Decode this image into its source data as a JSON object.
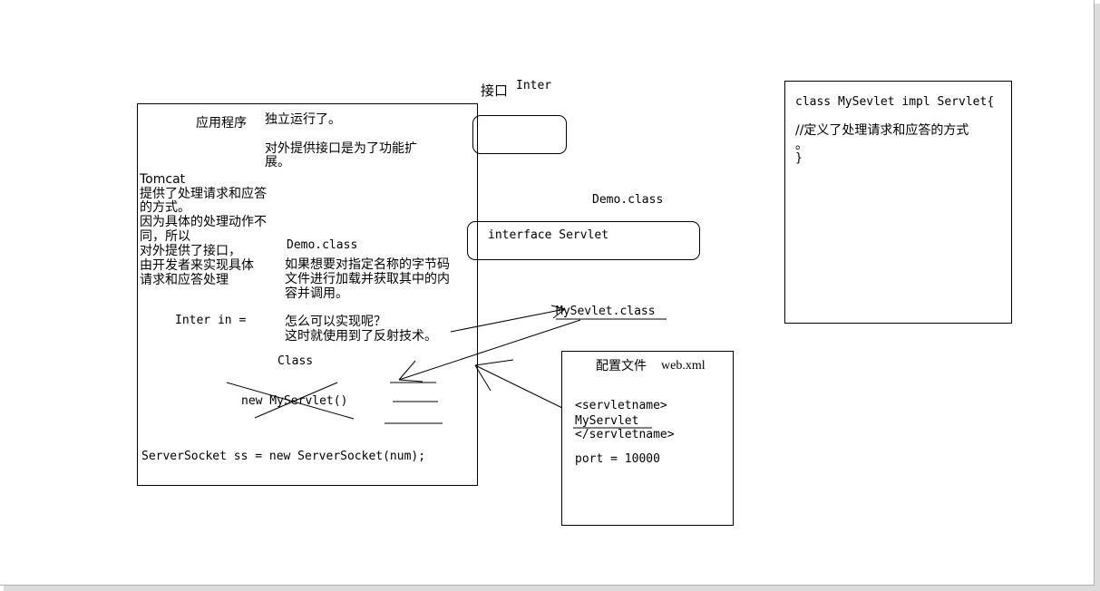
{
  "interface_label": "接口",
  "inter_label": "Inter",
  "tomcat_box": {
    "app_label": "应用程序",
    "independent": "独立运行了。",
    "provide_interface": [
      "对外提供接口是为了功能扩",
      "展。"
    ],
    "tomcat_notes": [
      "Tomcat",
      "提供了处理请求和应答",
      "的方式。",
      "因为具体的处理动作不",
      "同，所以",
      "对外提供了接口，",
      "由开发者来实现具体",
      "请求和应答处理"
    ],
    "demo_class": "Demo.class",
    "reflection_notes": [
      "如果想要对指定名称的字节码",
      "文件进行加载并获取其中的内",
      "容并调用。"
    ],
    "inter_in": "Inter in =",
    "question_notes": [
      "怎么可以实现呢？",
      "这时就使用到了反射技术。"
    ],
    "class_label": "Class",
    "new_servlet": "new MyServlet()",
    "server_socket": "ServerSocket ss = new ServerSocket(num);"
  },
  "demo_class_top": "Demo.class",
  "interface_servlet": "interface Servlet",
  "mysevlet_class": "MySevlet.class",
  "config": {
    "title_cn": "配置文件",
    "title_file": "web.xml",
    "open_tag": "<servletname>",
    "value": "MyServlet",
    "close_tag": "</servletname>",
    "port": "port = 10000"
  },
  "class_box": {
    "line1": "class MySevlet impl Servlet{",
    "line2": "//定义了处理请求和应答的方式",
    "line3": "。",
    "line4": "}"
  }
}
